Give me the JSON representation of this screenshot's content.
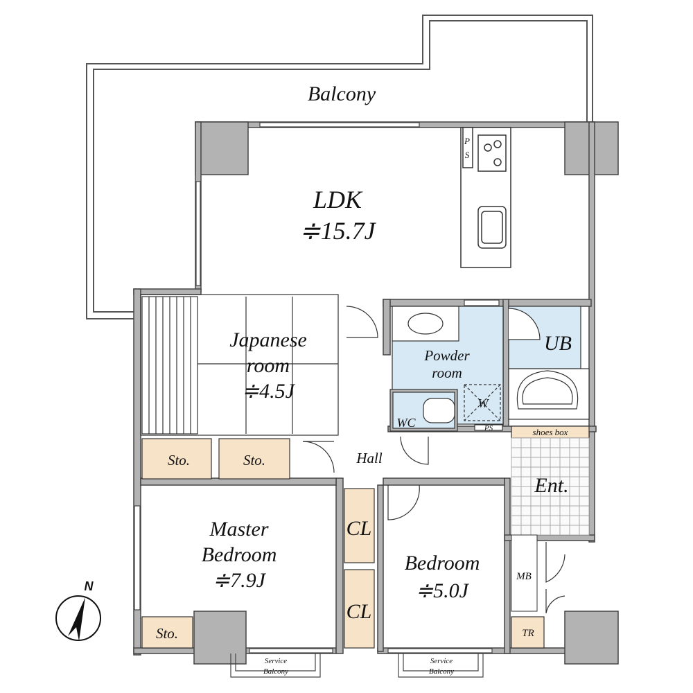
{
  "rooms": {
    "balcony": "Balcony",
    "ldk": "LDK",
    "ldk_size": "≑15.7J",
    "ps_top_p": "P",
    "ps_top_s": "S",
    "japanese_1": "Japanese",
    "japanese_2": "room",
    "japanese_size": "≑4.5J",
    "powder_1": "Powder",
    "powder_2": "room",
    "ub": "UB",
    "wc": "WC",
    "w": "W",
    "ps": "PS",
    "shoes_box": "shoes box",
    "hall": "Hall",
    "sto1": "Sto.",
    "sto2": "Sto.",
    "sto3": "Sto.",
    "ent": "Ent.",
    "master_1": "Master",
    "master_2": "Bedroom",
    "master_size": "≑7.9J",
    "cl1": "CL",
    "cl2": "CL",
    "bedroom": "Bedroom",
    "bedroom_size": "≑5.0J",
    "mb": "MB",
    "tr": "TR",
    "service1_1": "Service",
    "service1_2": "Balcony",
    "service2_1": "Service",
    "service2_2": "Balcony"
  },
  "compass": {
    "label": "N"
  },
  "colors": {
    "wall": "#b3b3b3",
    "wet": "#d7e9f5",
    "storage": "#f7e3c8",
    "line": "#333333"
  }
}
